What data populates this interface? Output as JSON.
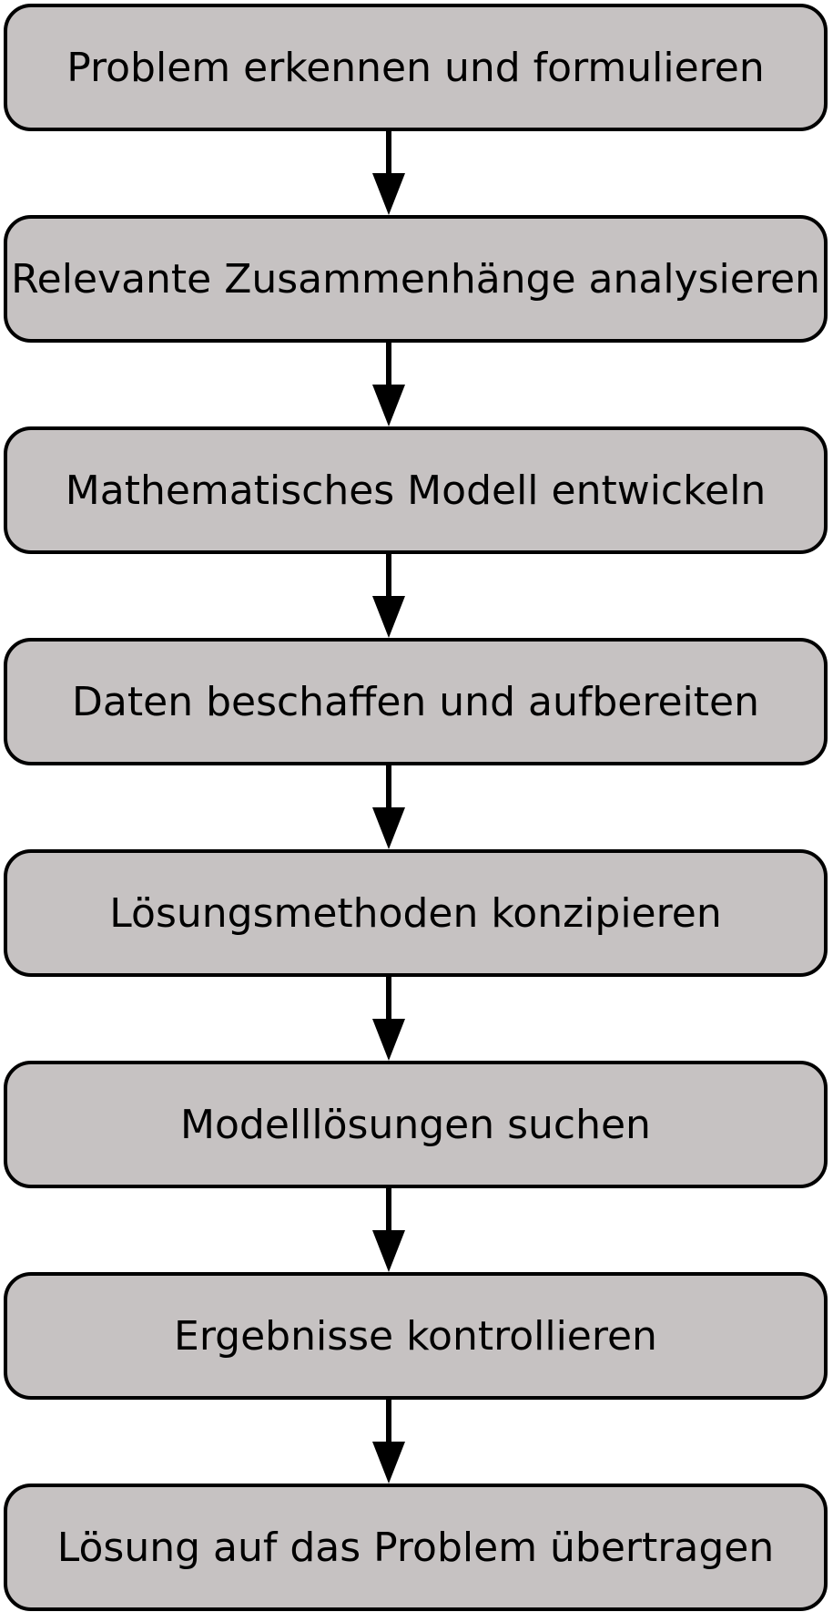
{
  "colors": {
    "box_fill": "#c6c2c2",
    "box_border": "#000000",
    "text": "#000000",
    "arrow": "#000000"
  },
  "steps": [
    {
      "label": "Problem erkennen und formulieren"
    },
    {
      "label": "Relevante Zusammenhänge analysieren"
    },
    {
      "label": "Mathematisches Modell entwickeln"
    },
    {
      "label": "Daten beschaffen und aufbereiten"
    },
    {
      "label": "Lösungsmethoden konzipieren"
    },
    {
      "label": "Modelllösungen suchen"
    },
    {
      "label": "Ergebnisse kontrollieren"
    },
    {
      "label": "Lösung auf das Problem übertragen"
    }
  ],
  "connections": [
    {
      "from": 0,
      "to": 1
    },
    {
      "from": 1,
      "to": 2
    },
    {
      "from": 2,
      "to": 3
    },
    {
      "from": 3,
      "to": 4
    },
    {
      "from": 4,
      "to": 5
    },
    {
      "from": 5,
      "to": 6
    },
    {
      "from": 6,
      "to": 7
    }
  ]
}
